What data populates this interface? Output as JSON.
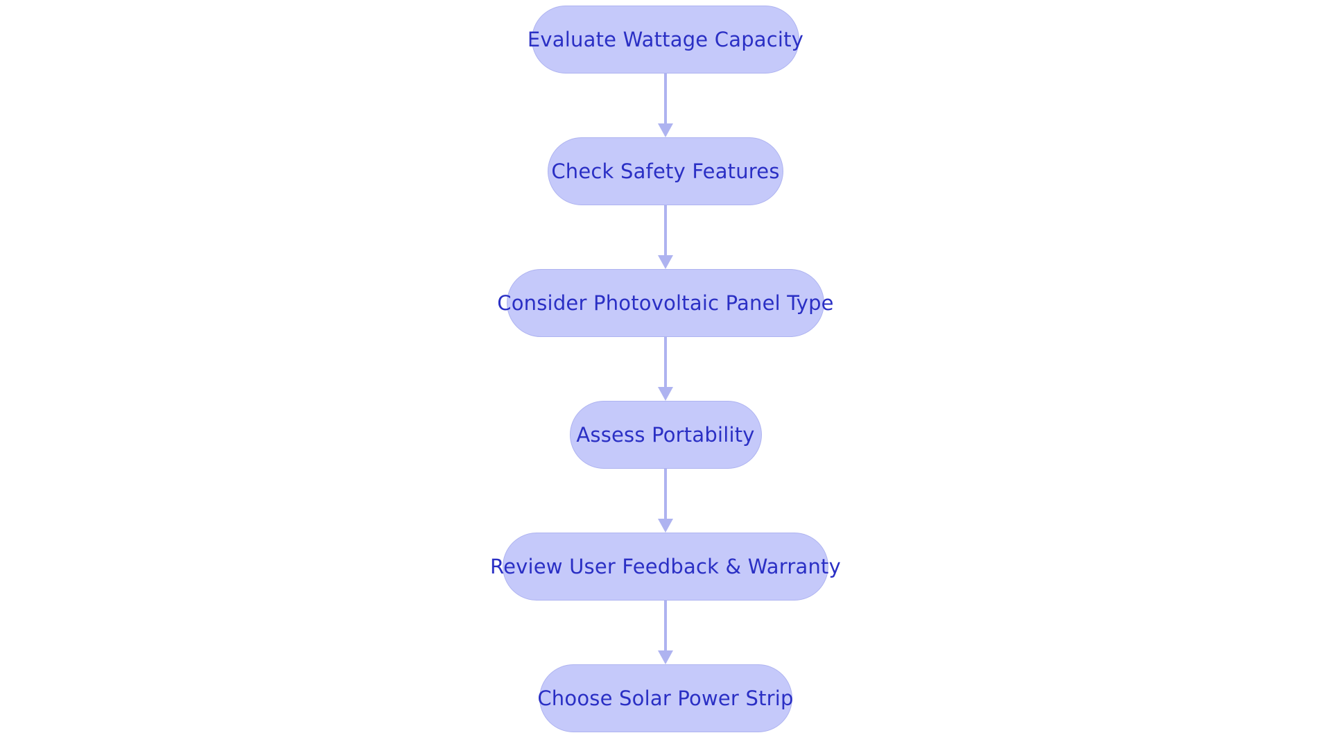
{
  "diagram": {
    "type": "flowchart",
    "orientation": "vertical-top-to-bottom",
    "background_color": "#ffffff",
    "node_fill_color": "#c5c9fa",
    "node_border_color": "#aeb3f0",
    "node_text_color": "#2a2fc4",
    "connector_color": "#aeb3f0",
    "nodes": [
      {
        "id": "node-0",
        "label": "Evaluate Wattage Capacity"
      },
      {
        "id": "node-1",
        "label": "Check Safety Features"
      },
      {
        "id": "node-2",
        "label": "Consider Photovoltaic Panel Type"
      },
      {
        "id": "node-3",
        "label": "Assess Portability"
      },
      {
        "id": "node-4",
        "label": "Review User Feedback & Warranty"
      },
      {
        "id": "node-5",
        "label": "Choose Solar Power Strip"
      }
    ],
    "edges": [
      {
        "from": "node-0",
        "to": "node-1",
        "style": "arrow-down"
      },
      {
        "from": "node-1",
        "to": "node-2",
        "style": "arrow-down"
      },
      {
        "from": "node-2",
        "to": "node-3",
        "style": "arrow-down"
      },
      {
        "from": "node-3",
        "to": "node-4",
        "style": "arrow-down"
      },
      {
        "from": "node-4",
        "to": "node-5",
        "style": "arrow-down"
      }
    ]
  }
}
